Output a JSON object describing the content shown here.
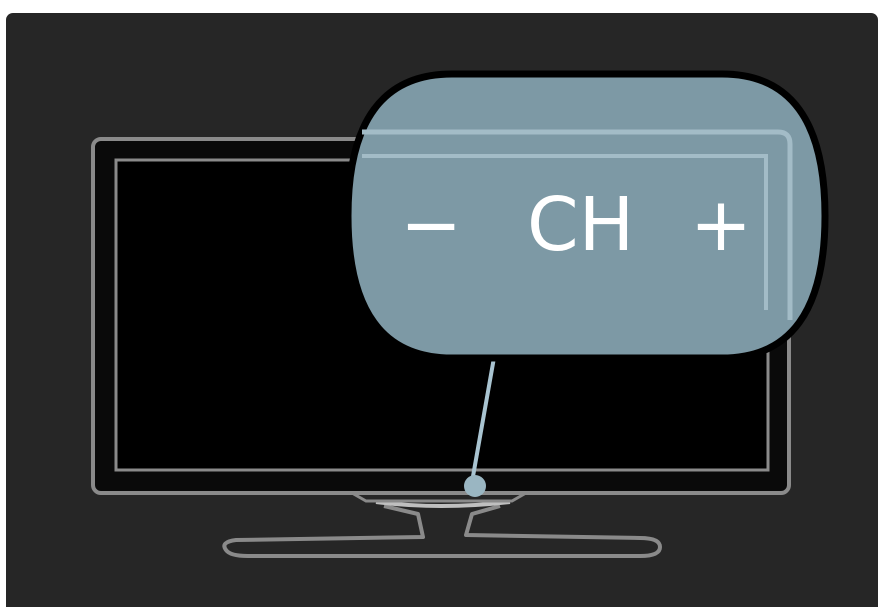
{
  "callout": {
    "minus_label": "−",
    "channel_label": "CH",
    "plus_label": "+"
  },
  "colors": {
    "panel_background": "#262626",
    "tv_outline": "#8a8a8a",
    "screen_fill": "#000000",
    "callout_fill": "#7d99a5",
    "callout_border": "#000000",
    "pointer_line": "#a9c4d1",
    "control_button": "#9ab6c2",
    "label_text": "#ffffff"
  },
  "icons": {
    "tv": "tv-icon",
    "callout": "magnifier-callout",
    "button": "channel-button-dot"
  }
}
